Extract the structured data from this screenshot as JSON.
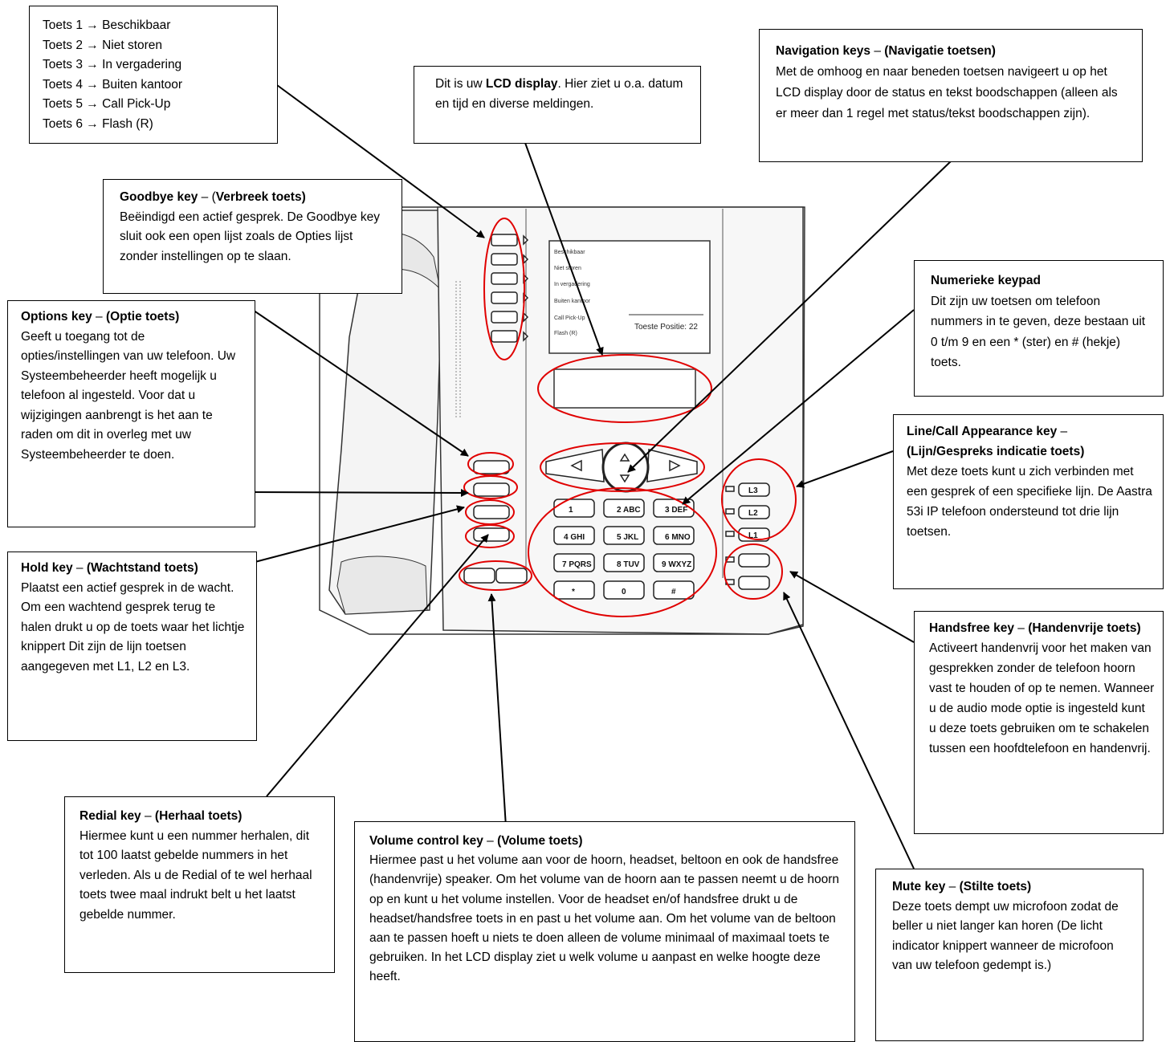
{
  "toetsen_box": {
    "lines": [
      "Toets 1 → Beschikbaar",
      "Toets 2 → Niet storen",
      "Toets 3 → In vergadering",
      "Toets 4 → Buiten kantoor",
      "Toets 5 → Call Pick-Up",
      "Toets 6 → Flash (R)"
    ]
  },
  "lcd_box": {
    "pre": "Dit is uw ",
    "bold": "LCD display",
    "post": ". Hier ziet u o.a. datum en tijd en diverse meldingen."
  },
  "nav_box": {
    "title": "Navigation keys",
    "sep": " – ",
    "title2": "(Navigatie toetsen)",
    "body": "Met de omhoog en naar beneden toetsen navigeert u op het LCD display door de status en tekst boodschappen (alleen als er meer dan 1 regel met status/tekst boodschappen zijn)."
  },
  "goodbye_box": {
    "title": "Goodbye key",
    "sep": " – (",
    "title2": "Verbreek toets)",
    "body": "Beëindigd een actief gesprek. De Goodbye key sluit ook een open lijst zoals de Opties lijst zonder instellingen op te slaan."
  },
  "options_box": {
    "title": "Options key",
    "sep": " – ",
    "title2": "(Optie toets)",
    "body": "Geeft u toegang tot de opties/instellingen van uw telefoon. Uw Systeembeheerder heeft mogelijk u telefoon al ingesteld. Voor dat u wijzigingen aanbrengt is het aan te raden om dit in overleg met uw Systeembeheerder te doen."
  },
  "hold_box": {
    "title": "Hold key",
    "sep": " – ",
    "title2": "(Wachtstand toets)",
    "body": "Plaatst een actief gesprek in de wacht. Om een wachtend gesprek terug te halen drukt u op de toets waar het lichtje knippert Dit zijn de lijn toetsen aangegeven met L1, L2 en L3."
  },
  "keypad_box": {
    "title": "Numerieke keypad",
    "body": "Dit zijn uw toetsen om telefoon nummers in te geven, deze bestaan uit 0 t/m 9 en een * (ster) en # (hekje) toets."
  },
  "line_box": {
    "title": "Line/Call Appearance key",
    "sep": " – ",
    "title2": "(Lijn/Gespreks indicatie toets)",
    "body": "Met deze toets kunt u zich verbinden met een gesprek of een specifieke lijn. De Aastra 53i IP telefoon ondersteund tot drie lijn toetsen."
  },
  "handsfree_box": {
    "title": "Handsfree key",
    "sep": " – ",
    "title2": "(Handenvrije toets)",
    "body": " Activeert handenvrij voor het maken van gesprekken zonder de telefoon hoorn vast te houden of op te nemen. Wanneer u de audio mode optie is ingesteld kunt u deze toets gebruiken om te schakelen tussen een hoofdtelefoon en handenvrij."
  },
  "redial_box": {
    "title": "Redial key",
    "sep": " – ",
    "title2": "(Herhaal toets)",
    "body": "Hiermee kunt u een nummer herhalen, dit tot 100 laatst gebelde nummers in het verleden. Als u de Redial of te wel herhaal toets twee maal indrukt belt u het laatst gebelde nummer."
  },
  "volume_box": {
    "title": "Volume control key",
    "sep": " – ",
    "title2": "(Volume toets)",
    "body": "Hiermee past u het volume aan voor de hoorn, headset, beltoon en ook de handsfree (handenvrije) speaker. Om het volume van de hoorn aan te passen neemt u de hoorn op en kunt u het volume instellen. Voor de headset en/of handsfree drukt u de headset/handsfree toets in en past u het volume aan. Om het volume van de beltoon aan te passen hoeft u niets te doen alleen de volume minimaal of maximaal toets te gebruiken. In het LCD display ziet u welk volume u aanpast en welke hoogte deze heeft."
  },
  "mute_box": {
    "title": "Mute key",
    "sep": " – ",
    "title2": "(Stilte toets)",
    "body": "Deze toets dempt uw microfoon zodat de beller u niet langer kan horen (De licht indicator knippert wanneer de microfoon van uw telefoon gedempt is.)"
  },
  "phone": {
    "screen_lines": [
      "Beschikbaar",
      "Niet storen",
      "In vergadering",
      "Buiten kantoor",
      "Call Pick-Up",
      "Flash (R)"
    ],
    "screen_status": "Toeste Positie: 22",
    "keys": [
      "1",
      "2 ABC",
      "3 DEF",
      "4 GHI",
      "5 JKL",
      "6 MNO",
      "7 PQRS",
      "8 TUV",
      "9 WXYZ",
      "*",
      "0",
      "#"
    ],
    "line_keys": [
      "L3",
      "L2",
      "L1"
    ]
  },
  "colors": {
    "highlight": "#e00000",
    "outline": "#000000"
  }
}
